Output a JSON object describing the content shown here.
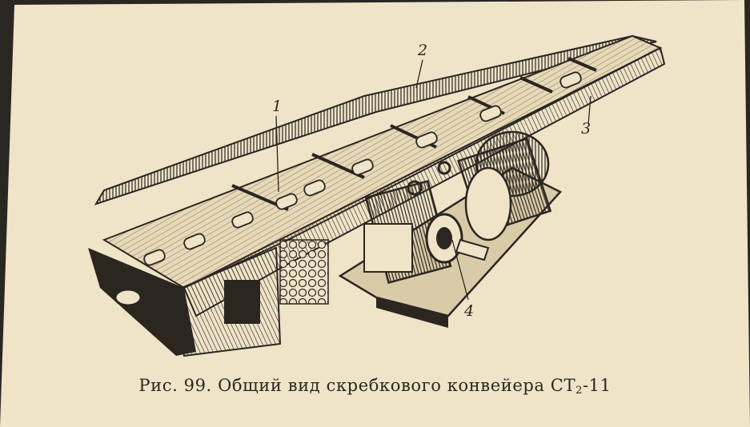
{
  "figure": {
    "caption": {
      "prefix": "Рис. 99. Общий вид скребкового конвейера СТ",
      "subscript": "2",
      "suffix": "-11"
    },
    "callouts": [
      "1",
      "2",
      "3",
      "4"
    ],
    "colors": {
      "paper": "#efe4c8",
      "ink": "#2b2620"
    }
  }
}
